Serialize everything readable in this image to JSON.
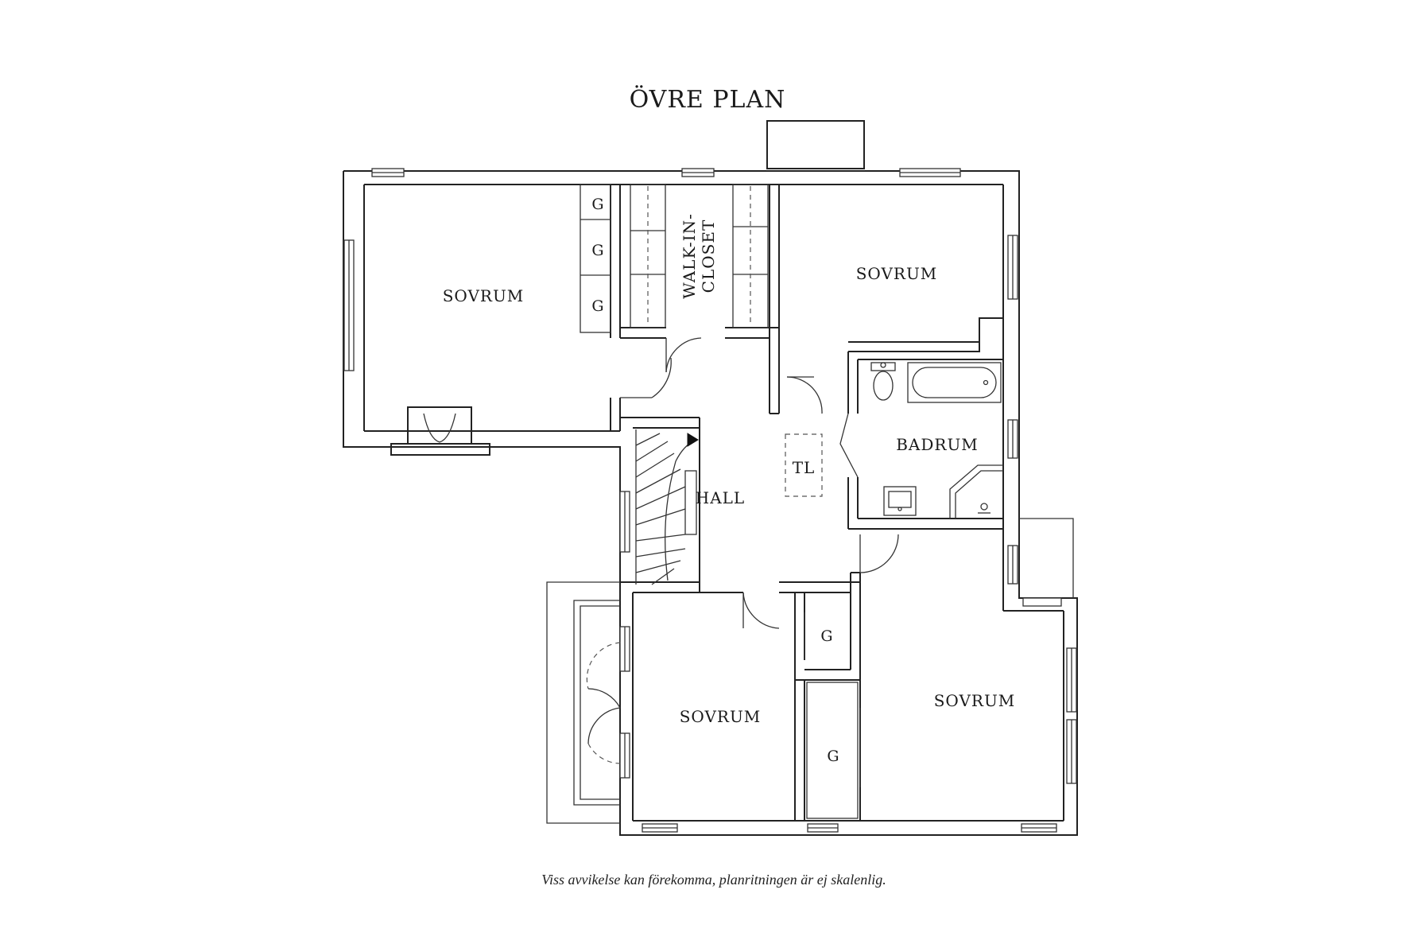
{
  "title": "ÖVRE PLAN",
  "rooms": {
    "sovrum_nw": "SOVRUM",
    "sovrum_ne": "SOVRUM",
    "sovrum_sw": "SOVRUM",
    "sovrum_se": "SOVRUM",
    "hall": "HALL",
    "badrum": "BADRUM",
    "walkin_line1": "WALK-IN-",
    "walkin_line2": "CLOSET",
    "tl": "TL",
    "closet_g": "G"
  },
  "disclaimer": "Viss avvikelse kan förekomma, planritningen är ej skalenlig."
}
